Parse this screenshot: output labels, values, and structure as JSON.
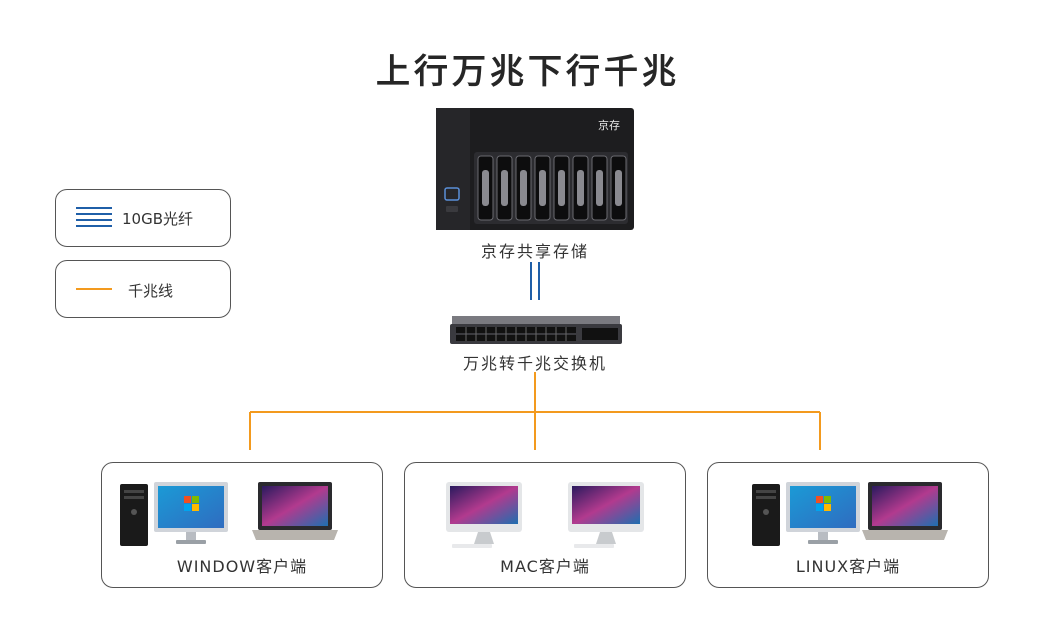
{
  "title": "上行万兆下行千兆",
  "legend": {
    "fiber_label": "10GB光纤",
    "copper_label": "千兆线"
  },
  "storage": {
    "brand": "京存",
    "label": "京存共享存储"
  },
  "switch": {
    "label": "万兆转千兆交换机"
  },
  "clients": [
    {
      "label": "WINDOW客户端"
    },
    {
      "label": "MAC客户端"
    },
    {
      "label": "LINUX客户端"
    }
  ],
  "colors": {
    "fiber": "#1f5fa8",
    "copper": "#f39a1e",
    "border": "#555555"
  }
}
